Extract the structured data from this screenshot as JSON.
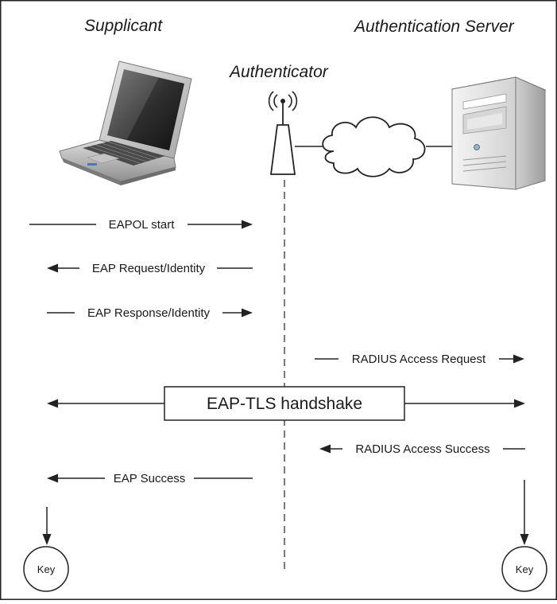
{
  "roles": {
    "supplicant": "Supplicant",
    "authenticator": "Authenticator",
    "server": "Authentication Server"
  },
  "messages": {
    "eapol_start": "EAPOL start",
    "eap_request_identity": "EAP Request/Identity",
    "eap_response_identity": "EAP Response/Identity",
    "radius_access_request": "RADIUS Access Request",
    "eap_tls_handshake": "EAP-TLS handshake",
    "radius_access_success": "RADIUS Access Success",
    "eap_success": "EAP Success"
  },
  "keys": {
    "left": "Key",
    "right": "Key"
  },
  "icons": {
    "supplicant": "laptop-icon",
    "authenticator": "wireless-access-point-icon",
    "network": "cloud-icon",
    "server": "server-tower-icon"
  }
}
